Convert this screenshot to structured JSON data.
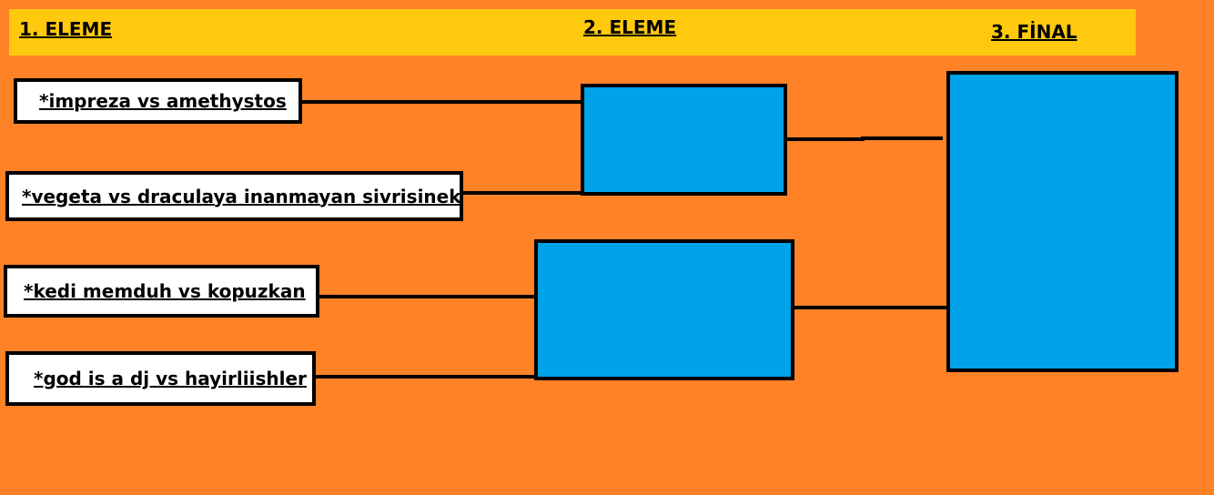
{
  "rounds": {
    "first": "1. ELEME",
    "second": "2. ELEME",
    "final": "3. FİNAL"
  },
  "matches": [
    {
      "label": "*impreza vs amethystos"
    },
    {
      "label": "*vegeta vs draculaya inanmayan sivrisinek"
    },
    {
      "label": "*kedi memduh vs kopuzkan"
    },
    {
      "label": "*god is a dj vs hayirliishler"
    }
  ],
  "colors": {
    "background": "#FF8227",
    "banner": "#FFC90E",
    "slot_fill": "#00A2E8",
    "match_box": "#FFFFFF",
    "line": "#000000"
  }
}
